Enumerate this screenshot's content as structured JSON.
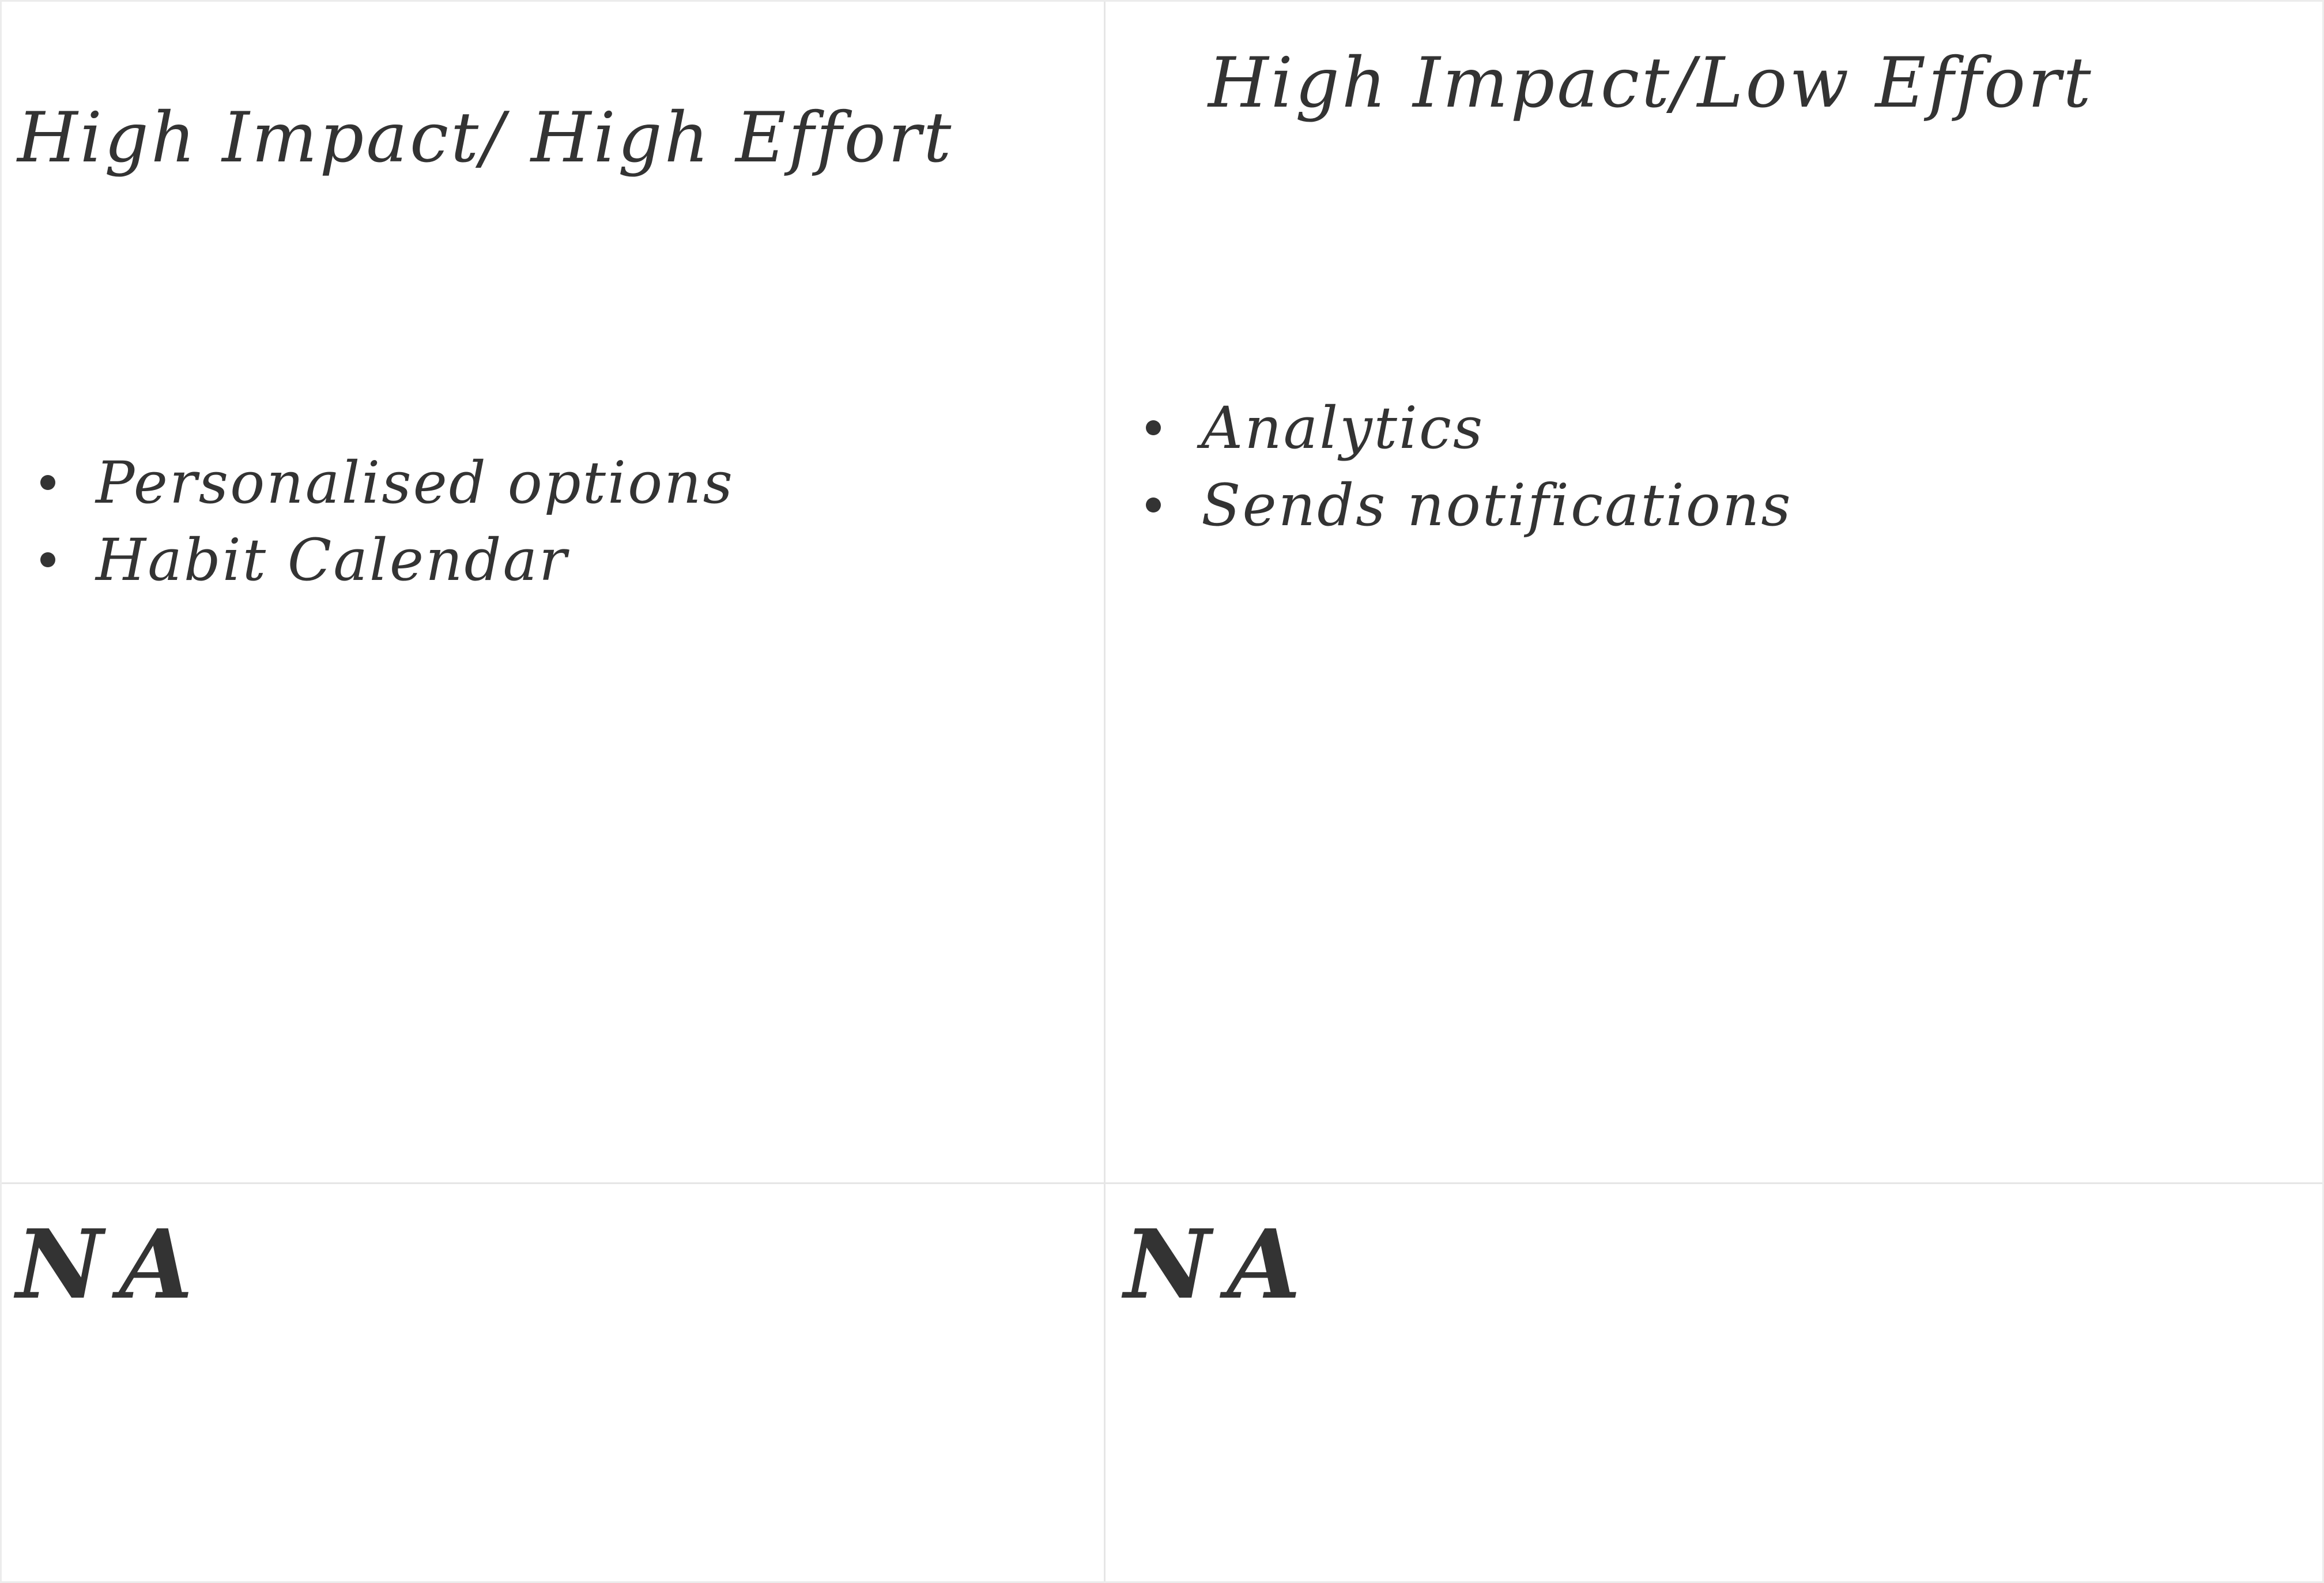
{
  "board": {
    "colors": {
      "background": "#ffffff",
      "ink": "#333333",
      "grid_line": "#e6e6e6"
    },
    "quadrants": [
      {
        "heading": "High Impact/ High Effort",
        "items": [
          "Personalised options",
          "Habit Calendar"
        ]
      },
      {
        "heading": "High Impact/Low Effort",
        "items": [
          "Analytics",
          "Sends notifications"
        ]
      },
      {
        "heading": "NA",
        "items": []
      },
      {
        "heading": "NA",
        "items": []
      }
    ]
  }
}
